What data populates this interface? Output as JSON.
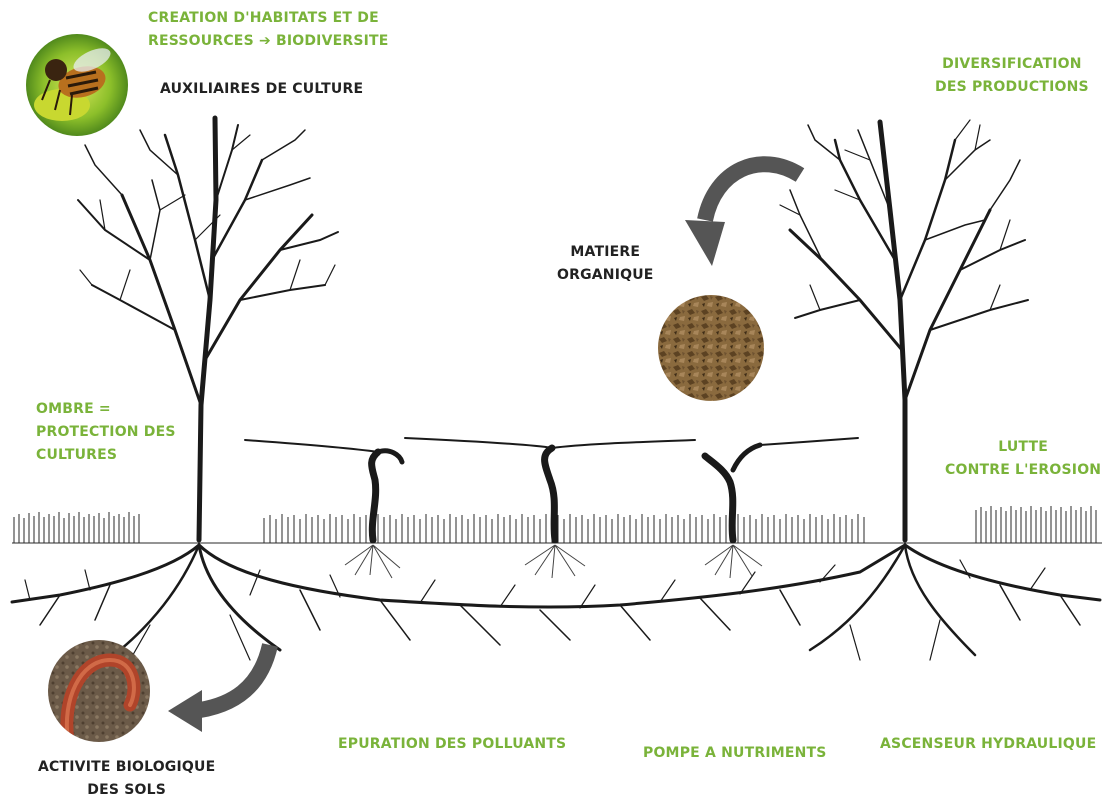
{
  "labels": {
    "habitats_line1": "CREATION D'HABITATS ET DE",
    "habitats_line2_prefix": "RESSOURCES",
    "habitats_arrow": "➔",
    "habitats_line2_suffix": "BIODIVERSITE",
    "auxiliaires": "AUXILIAIRES DE CULTURE",
    "diversification_line1": "DIVERSIFICATION",
    "diversification_line2": "DES PRODUCTIONS",
    "matiere_line1": "MATIERE",
    "matiere_line2": "ORGANIQUE",
    "ombre_line1": "OMBRE =",
    "ombre_line2": "PROTECTION DES",
    "ombre_line3": "CULTURES",
    "lutte_line1": "LUTTE",
    "lutte_line2": "CONTRE L'EROSION",
    "activite_line1": "ACTIVITE BIOLOGIQUE",
    "activite_line2": "DES SOLS",
    "epuration": "EPURATION DES POLLUANTS",
    "pompe": "POMPE A NUTRIMENTS",
    "ascenseur": "ASCENSEUR HYDRAULIQUE"
  },
  "colors": {
    "green_text": "#7ab33a",
    "dark_text": "#222222",
    "arrow_gray": "#555555",
    "drawing_ink": "#1a1a1a"
  },
  "icons": {
    "bee_photo": "bee-icon",
    "organic_matter_photo": "organic-matter-icon",
    "earthworm_photo": "earthworm-icon"
  }
}
